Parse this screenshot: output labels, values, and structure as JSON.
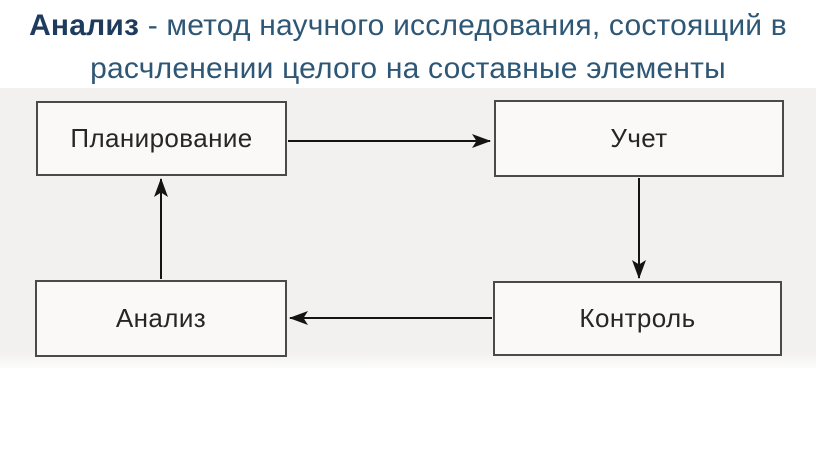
{
  "title": {
    "term": "Анализ",
    "line1_rest": " - метод научного исследования, состоящий в",
    "line2": "расчленении целого на составные элементы"
  },
  "diagram": {
    "nodes": [
      {
        "id": "planning",
        "label": "Планирование"
      },
      {
        "id": "accounting",
        "label": "Учет"
      },
      {
        "id": "control",
        "label": "Контроль"
      },
      {
        "id": "analysis",
        "label": "Анализ"
      }
    ],
    "edges": [
      {
        "from": "Планирование",
        "to": "Учет"
      },
      {
        "from": "Учет",
        "to": "Контроль"
      },
      {
        "from": "Контроль",
        "to": "Анализ"
      },
      {
        "from": "Анализ",
        "to": "Планирование"
      }
    ]
  },
  "colors": {
    "title_term": "#1e3a5c",
    "title_text": "#2e5776",
    "backdrop": "#f2f1ef",
    "box_fill": "#faf9f7",
    "box_border": "#4a4a4a",
    "box_text": "#262626",
    "arrow": "#141414"
  }
}
